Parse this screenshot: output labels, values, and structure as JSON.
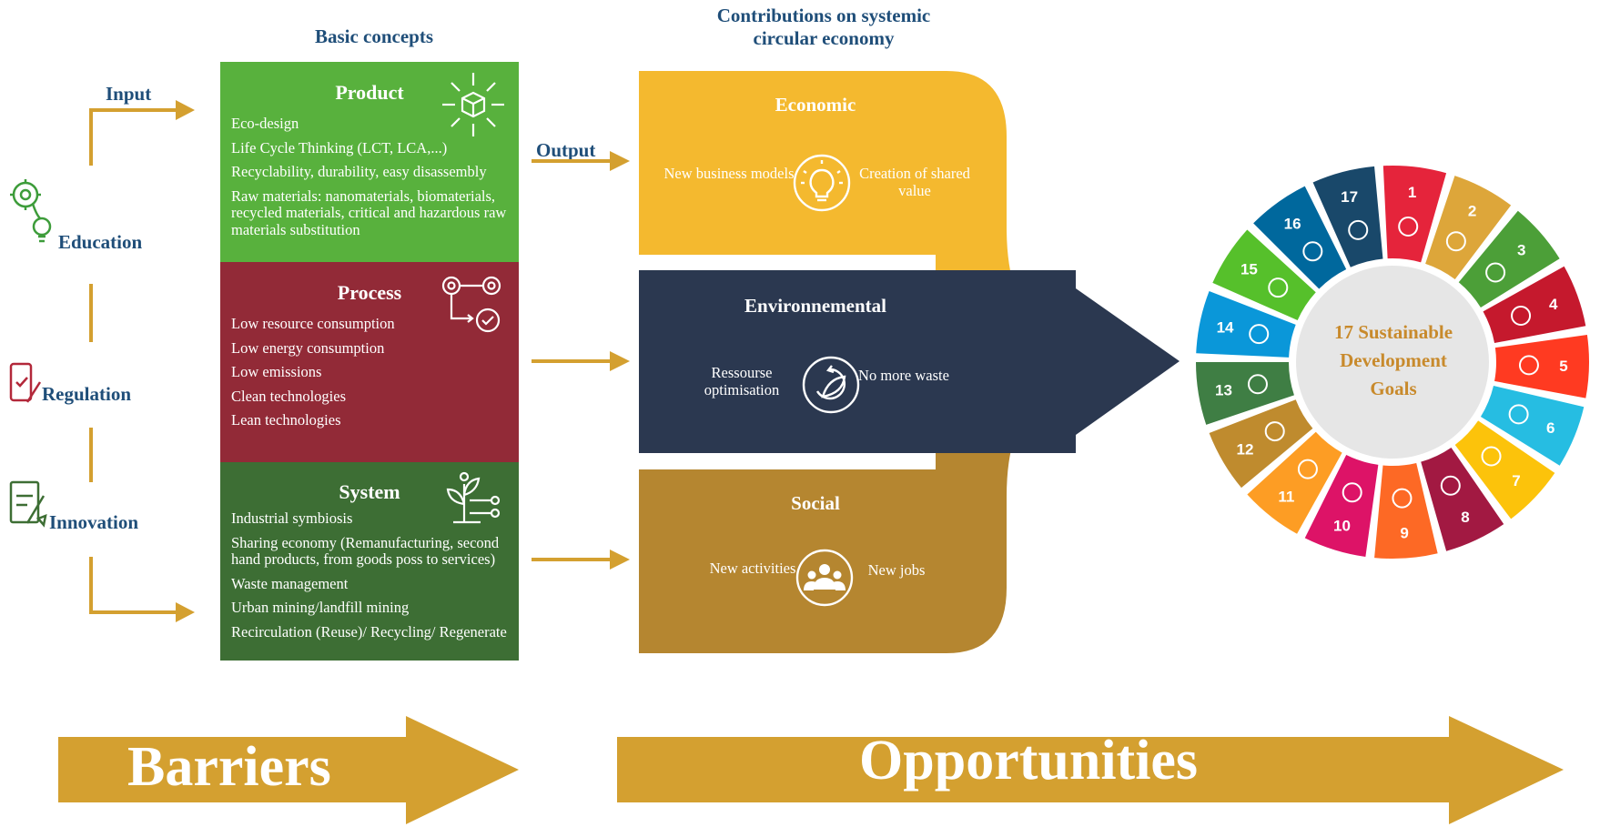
{
  "headers": {
    "basic_concepts": "Basic concepts",
    "contributions_line1": "Contributions on systemic",
    "contributions_line2": "circular economy"
  },
  "left": {
    "input_label": "Input",
    "output_label": "Output",
    "education": "Education",
    "regulation": "Regulation",
    "innovation": "Innovation"
  },
  "concepts": [
    {
      "title": "Product",
      "color": "#58b13d",
      "items": [
        "Eco-design",
        "Life Cycle Thinking (LCT, LCA,...)",
        "Recyclability, durability, easy disassembly",
        "Raw materials: nanomaterials, biomaterials, recycled materials, critical and hazardous raw materials substitution"
      ]
    },
    {
      "title": "Process",
      "color": "#922a37",
      "items": [
        "Low resource consumption",
        "Low energy consumption",
        "Low emissions",
        "Clean technologies",
        "Lean technologies"
      ]
    },
    {
      "title": "System",
      "color": "#3d6e34",
      "items": [
        "Industrial symbiosis",
        "Sharing economy (Remanufacturing, second hand products, from goods poss to services)",
        "Waste management",
        "Urban mining/landfill mining",
        "Recirculation (Reuse)/ Recycling/ Regenerate"
      ]
    }
  ],
  "contributions": [
    {
      "title": "Economic",
      "color": "#f4b92f",
      "left_text": "New business models",
      "right_text": "Creation of shared value",
      "icon": "lightbulb-icon"
    },
    {
      "title": "Environnemental",
      "color": "#2b3850",
      "left_text": "Ressourse optimisation",
      "right_text": "No more waste",
      "icon": "leaf-cycle-icon"
    },
    {
      "title": "Social",
      "color": "#b58630",
      "left_text": "New activities",
      "right_text": "New jobs",
      "icon": "people-group-icon"
    }
  ],
  "sdg": {
    "center_line1": "17 Sustainable",
    "center_line2": "Development",
    "center_line3": "Goals",
    "goals": [
      {
        "n": "1",
        "color": "#e5243b"
      },
      {
        "n": "2",
        "color": "#dda63a"
      },
      {
        "n": "3",
        "color": "#4c9f38"
      },
      {
        "n": "4",
        "color": "#c5192d"
      },
      {
        "n": "5",
        "color": "#ff3a21"
      },
      {
        "n": "6",
        "color": "#26bde2"
      },
      {
        "n": "7",
        "color": "#fcc30b"
      },
      {
        "n": "8",
        "color": "#a21942"
      },
      {
        "n": "9",
        "color": "#fd6925"
      },
      {
        "n": "10",
        "color": "#dd1367"
      },
      {
        "n": "11",
        "color": "#fd9d24"
      },
      {
        "n": "12",
        "color": "#bf8b2e"
      },
      {
        "n": "13",
        "color": "#3f7e44"
      },
      {
        "n": "14",
        "color": "#0a97d9"
      },
      {
        "n": "15",
        "color": "#56c02b"
      },
      {
        "n": "16",
        "color": "#00689d"
      },
      {
        "n": "17",
        "color": "#19486a"
      }
    ]
  },
  "bottom": {
    "barriers": "Barriers",
    "opportunities": "Opportunities"
  },
  "colors": {
    "accent_gold": "#d4a030",
    "navy_text": "#1f4e79",
    "arrow_navy": "#2b3850"
  }
}
